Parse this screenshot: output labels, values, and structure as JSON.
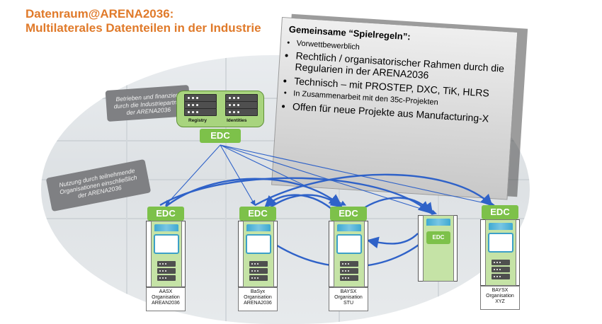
{
  "title": {
    "line1": "Datenraum@ARENA2036:",
    "line2": "Multilaterales Datenteilen in der Industrie"
  },
  "rules": {
    "heading": "Gemeinsame “Spielregeln”:",
    "items": [
      "Vorwettbewerblich",
      "Rechtlich / organisatorischer Rahmen durch die Regularien in der ARENA2036",
      "Technisch – mit PROSTEP, DXC, TiK, HLRS",
      "In Zusammenarbeit mit den 35c-Projekten",
      "Offen für neue Projekte aus Manufacturing-X"
    ]
  },
  "notes": {
    "operated": "Betrieben und finanziert durch die Industriepartner der ARENA2036",
    "usage": "Nutzung durch teilnehmende Organisationen einschließlich der ARENA2036"
  },
  "central": {
    "registry_label": "Registry",
    "identities_label": "Identities",
    "edc_label": "EDC"
  },
  "nodes": [
    {
      "edc": "EDC",
      "org_line1": "AASX",
      "org_line2": "Organisation",
      "org_line3": "AREAN2036"
    },
    {
      "edc": "EDC",
      "org_line1": "BaSyx",
      "org_line2": "Organisation",
      "org_line3": "ARENA2036"
    },
    {
      "edc": "EDC",
      "org_line1": "BAYSX",
      "org_line2": "Organisation",
      "org_line3": "STU"
    },
    {
      "edc": "EDC"
    },
    {
      "edc": "EDC",
      "org_line1": "BAYSX",
      "org_line2": "Organisation",
      "org_line3": "XYZ"
    }
  ],
  "colors": {
    "title": "#e07a2a",
    "edc_green": "#7dc14a",
    "column_green": "#c5e3a6",
    "arrow_blue": "#2f62c8",
    "note_grey": "#7f8083"
  }
}
